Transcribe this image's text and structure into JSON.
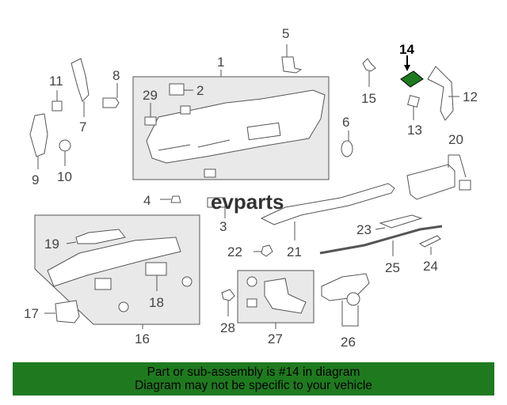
{
  "diagram": {
    "highlighted_part": "14",
    "logo_text": "evparts",
    "highlight_color": "#1f7a1f",
    "part_labels": [
      "1",
      "2",
      "3",
      "4",
      "5",
      "6",
      "7",
      "8",
      "9",
      "10",
      "11",
      "12",
      "13",
      "14",
      "15",
      "16",
      "17",
      "18",
      "19",
      "20",
      "21",
      "22",
      "23",
      "24",
      "25",
      "26",
      "27",
      "28",
      "29"
    ]
  },
  "footer": {
    "line1": "Part or sub-assembly is #14 in diagram",
    "line2": "Diagram may not be specific to your vehicle",
    "background_color": "#1f7a1f"
  }
}
